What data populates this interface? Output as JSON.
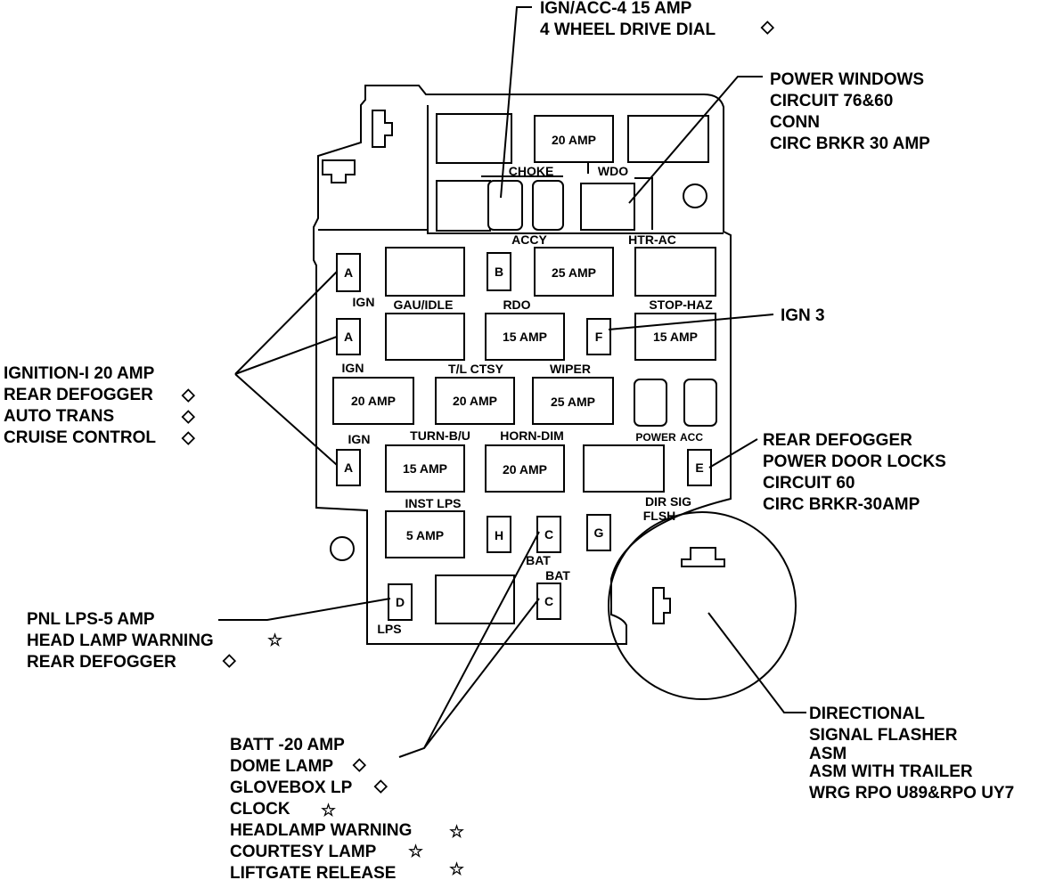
{
  "callouts": {
    "ign_acc": [
      "IGN/ACC-4 15 AMP",
      "4 WHEEL DRIVE DIAL"
    ],
    "power_windows": [
      "POWER WINDOWS",
      "CIRCUIT 76&60",
      "CONN",
      "CIRC BRKR 30 AMP"
    ],
    "ign3": "IGN 3",
    "ignition": [
      "IGNITION-I 20 AMP",
      "REAR DEFOGGER",
      "AUTO TRANS",
      "CRUISE CONTROL"
    ],
    "rear_defogger": [
      "REAR DEFOGGER",
      "POWER DOOR LOCKS",
      "CIRCUIT 60",
      "CIRC BRKR-30AMP"
    ],
    "pnl_lps": [
      "PNL LPS-5 AMP",
      "HEAD LAMP WARNING",
      "REAR DEFOGGER"
    ],
    "batt": [
      "BATT -20 AMP",
      "DOME LAMP",
      "GLOVEBOX LP",
      "CLOCK",
      "HEADLAMP WARNING",
      "COURTESY LAMP",
      "LIFTGATE RELEASE"
    ],
    "directional": [
      "DIRECTIONAL",
      "SIGNAL FLASHER",
      "ASM",
      "ASM WITH TRAILER",
      "WRG RPO U89&RPO UY7"
    ]
  },
  "symbols": {
    "diamond": "◇",
    "star": "☆"
  },
  "fuse_values": {
    "top": "20 AMP",
    "accy": "25 AMP",
    "rdo": "15 AMP",
    "stop_haz": "15 AMP",
    "ign": "20 AMP",
    "tl_ctsy": "20 AMP",
    "wiper": "25 AMP",
    "turn": "15 AMP",
    "horn": "20 AMP",
    "inst": "5 AMP"
  },
  "slot_labels": {
    "choke": "CHOKE",
    "wdo": "WDO",
    "accy": "ACCY",
    "htr_ac": "HTR-AC",
    "ign_1": "IGN",
    "gau_idle": "GAU/IDLE",
    "rdo": "RDO",
    "stop_haz": "STOP-HAZ",
    "ign_2": "IGN",
    "tl_ctsy": "T/L CTSY",
    "wiper": "WIPER",
    "ign_3": "IGN",
    "turn_bu": "TURN-B/U",
    "horn_dim": "HORN-DIM",
    "power": "POWER",
    "acc": "ACC",
    "inst_lps": "INST LPS",
    "dir_sig": "DIR SIG",
    "flsh": "FLSH",
    "bat_1": "BAT",
    "bat_2": "BAT",
    "lps": "LPS"
  },
  "terminals": {
    "a1": "A",
    "a2": "A",
    "a3": "A",
    "b": "B",
    "c1": "C",
    "c2": "C",
    "d": "D",
    "e": "E",
    "f": "F",
    "g": "G",
    "h": "H"
  }
}
